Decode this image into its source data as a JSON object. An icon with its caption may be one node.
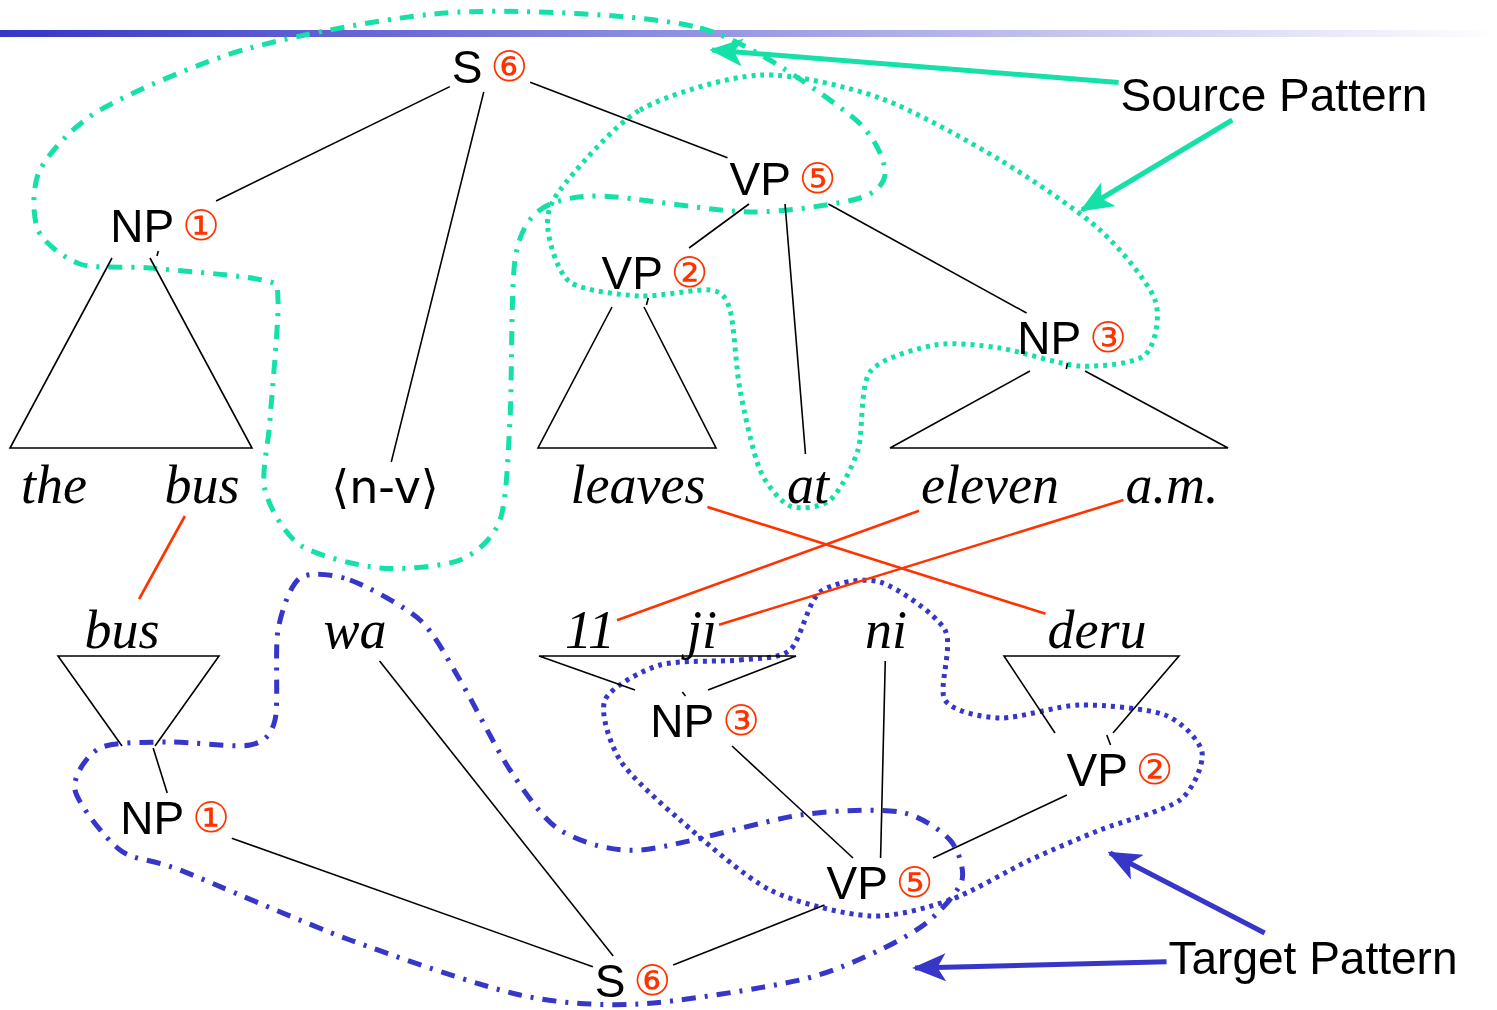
{
  "diagram": {
    "nodes": [
      {
        "text": [
          "S",
          "⑥"
        ]
      },
      {
        "text": [
          "NP",
          "①"
        ]
      },
      {
        "text": [
          "⟨n-v⟩"
        ]
      },
      {
        "text": [
          "VP",
          "⑤"
        ]
      },
      {
        "text": [
          "VP",
          "②"
        ]
      },
      {
        "text": [
          "NP",
          "③"
        ]
      },
      {
        "text": [],
        "shape": "triangle"
      },
      {
        "text": [
          "the"
        ]
      },
      {
        "text": [
          "bus"
        ]
      },
      {
        "text": [],
        "shape": "triangle"
      },
      {
        "text": [
          "leaves"
        ]
      },
      {
        "text": [
          "at"
        ]
      },
      {
        "text": [],
        "shape": "triangle"
      },
      {
        "text": [
          "eleven"
        ]
      },
      {
        "text": [
          "a.m."
        ]
      },
      {
        "text": [
          "bus"
        ]
      },
      {
        "text": [
          "wa"
        ]
      },
      {
        "text": [
          "11"
        ]
      },
      {
        "text": [
          "ji"
        ]
      },
      {
        "text": [
          "ni"
        ]
      },
      {
        "text": [
          "deru"
        ]
      },
      {
        "text": [],
        "shape": "triangle"
      },
      {
        "text": [],
        "shape": "triangle"
      },
      {
        "text": [],
        "shape": "triangle"
      },
      {
        "text": [
          "NP",
          "③"
        ]
      },
      {
        "text": [
          "VP",
          "②"
        ]
      },
      {
        "text": [
          "NP",
          "①"
        ]
      },
      {
        "text": [
          "VP",
          "⑤"
        ]
      },
      {
        "text": [
          "S",
          "⑥"
        ]
      },
      {
        "text": [
          "Source Pattern"
        ]
      },
      {
        "text": [
          "Target Pattern"
        ]
      }
    ],
    "edges": [
      {
        "from": 0,
        "to": 1,
        "arrow": "none"
      },
      {
        "from": 0,
        "to": 2,
        "arrow": "none"
      },
      {
        "from": 0,
        "to": 3,
        "arrow": "none"
      },
      {
        "from": 1,
        "to": 6,
        "arrow": "none"
      },
      {
        "from": 3,
        "to": 4,
        "arrow": "none"
      },
      {
        "from": 3,
        "to": 11,
        "arrow": "none"
      },
      {
        "from": 3,
        "to": 5,
        "arrow": "none"
      },
      {
        "from": 4,
        "to": 9,
        "arrow": "none"
      },
      {
        "from": 5,
        "to": 12,
        "arrow": "none"
      },
      {
        "from": 21,
        "to": 26,
        "arrow": "none"
      },
      {
        "from": 22,
        "to": 24,
        "arrow": "none"
      },
      {
        "from": 23,
        "to": 25,
        "arrow": "none"
      },
      {
        "from": 16,
        "to": 28,
        "arrow": "none"
      },
      {
        "from": 26,
        "to": 28,
        "arrow": "none"
      },
      {
        "from": 24,
        "to": 27,
        "arrow": "none"
      },
      {
        "from": 19,
        "to": 27,
        "arrow": "none"
      },
      {
        "from": 25,
        "to": 27,
        "arrow": "none"
      },
      {
        "from": 27,
        "to": 28,
        "arrow": "none"
      },
      {
        "from": 8,
        "to": 15,
        "arrow": "none",
        "color": "#ff3300"
      },
      {
        "from": 10,
        "to": 20,
        "arrow": "none",
        "color": "#ff3300"
      },
      {
        "from": 13,
        "to": 17,
        "arrow": "none",
        "color": "#ff3300"
      },
      {
        "from": 14,
        "to": 18,
        "arrow": "none",
        "color": "#ff3300"
      },
      {
        "from": 29,
        "to": null,
        "arrow": "to",
        "style": "thick",
        "color": "#14e0a8"
      },
      {
        "from": 29,
        "to": null,
        "arrow": "to",
        "style": "thick",
        "color": "#14e0a8"
      },
      {
        "from": 30,
        "to": null,
        "arrow": "to",
        "style": "thick",
        "color": "#3636c8"
      },
      {
        "from": 30,
        "to": null,
        "arrow": "to",
        "style": "thick",
        "color": "#3636c8"
      }
    ]
  }
}
